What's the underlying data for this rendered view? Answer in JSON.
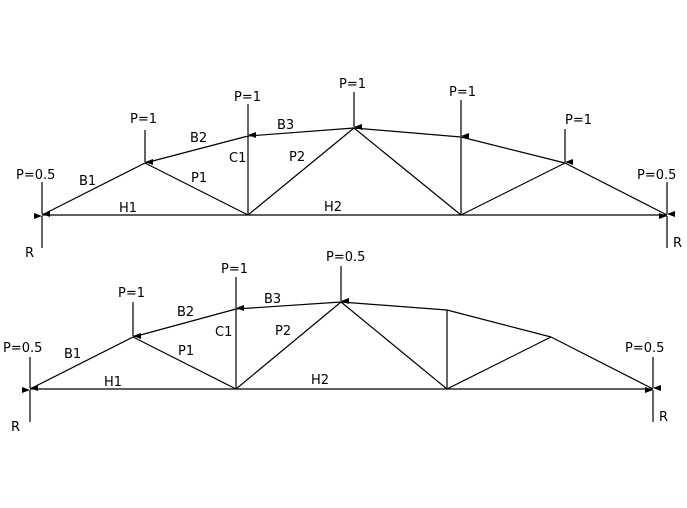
{
  "truss_top": {
    "loads": [
      "P=0.5",
      "P=1",
      "P=1",
      "P=1",
      "P=1",
      "P=1",
      "P=0.5"
    ],
    "reactions": [
      "R",
      "R"
    ],
    "members": {
      "B1": "B1",
      "B2": "B2",
      "B3": "B3",
      "P1": "P1",
      "P2": "P2",
      "C1": "C1",
      "H1": "H1",
      "H2": "H2"
    }
  },
  "truss_bottom": {
    "loads": [
      "P=0.5",
      "P=1",
      "P=1",
      "P=0.5",
      "P=0.5"
    ],
    "reactions": [
      "R",
      "R"
    ],
    "members": {
      "B1": "B1",
      "B2": "B2",
      "B3": "B3",
      "P1": "P1",
      "P2": "P2",
      "C1": "C1",
      "H1": "H1",
      "H2": "H2"
    }
  }
}
